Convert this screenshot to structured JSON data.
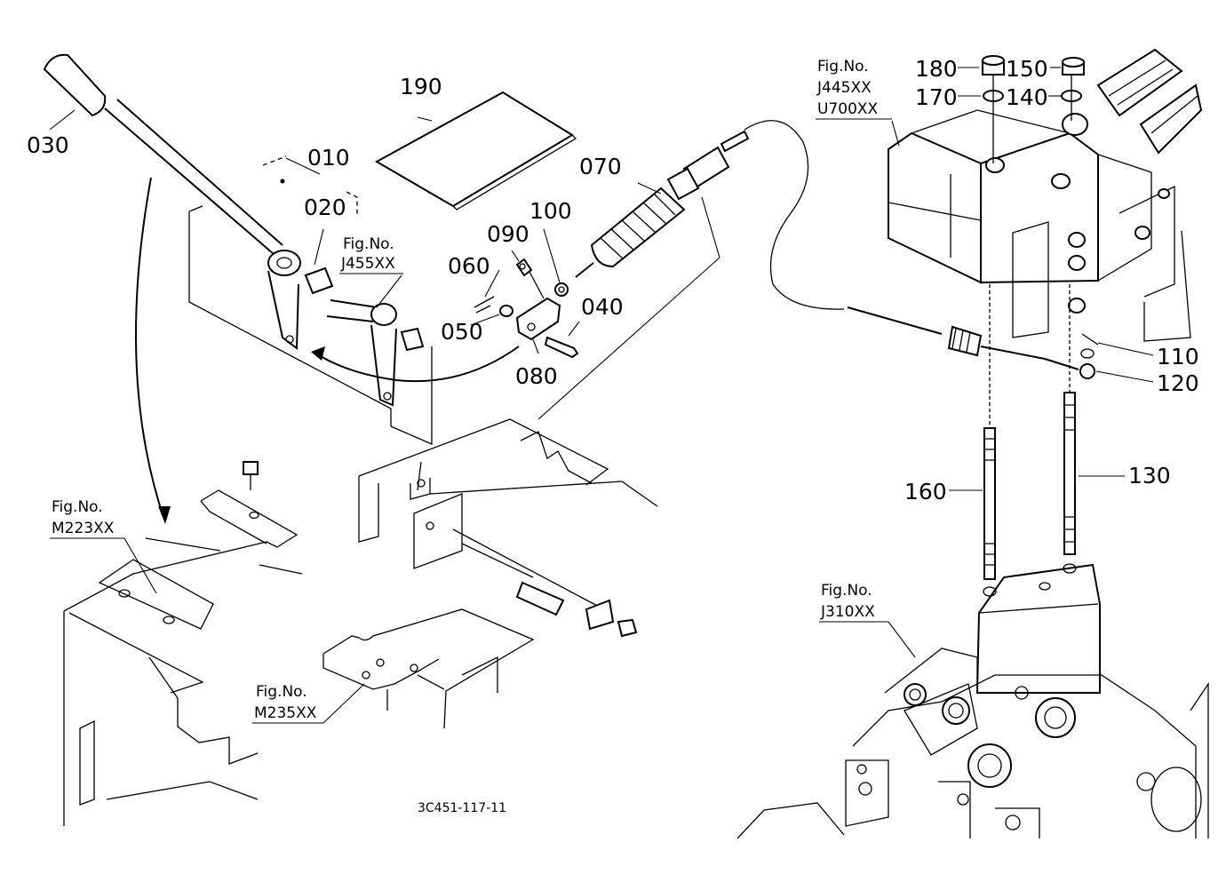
{
  "drawing_code": "3C451-117-11",
  "callouts": {
    "p010": "010",
    "p020": "020",
    "p030": "030",
    "p040": "040",
    "p050": "050",
    "p060": "060",
    "p070": "070",
    "p080": "080",
    "p090": "090",
    "p100": "100",
    "p110": "110",
    "p120": "120",
    "p130": "130",
    "p140": "140",
    "p150": "150",
    "p160": "160",
    "p170": "170",
    "p180": "180",
    "p190": "190"
  },
  "fig_refs": {
    "j455": {
      "title": "Fig.No.",
      "code": "J455XX"
    },
    "j445": {
      "title": "Fig.No.",
      "code1": "J445XX",
      "code2": "U700XX"
    },
    "m223": {
      "title": "Fig.No.",
      "code": "M223XX"
    },
    "m235": {
      "title": "Fig.No.",
      "code": "M235XX"
    },
    "j310": {
      "title": "Fig.No.",
      "code": "J310XX"
    }
  }
}
